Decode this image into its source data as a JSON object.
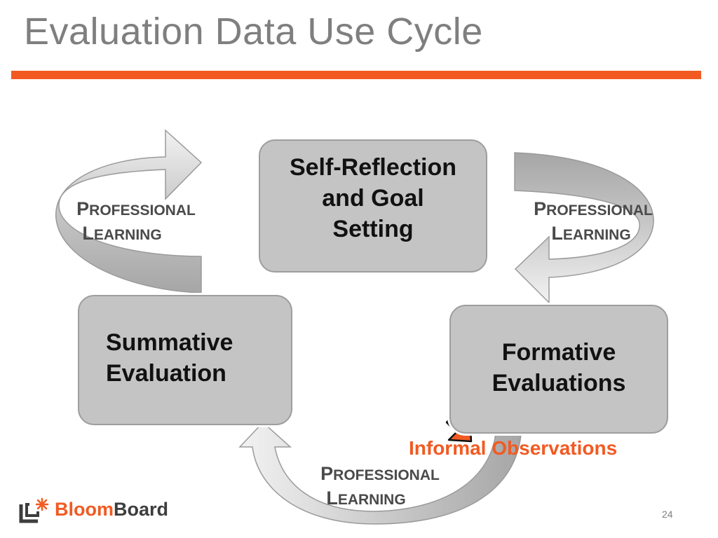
{
  "slide": {
    "title": "Evaluation Data Use Cycle",
    "page_number": "24"
  },
  "nodes": [
    {
      "id": "self-reflection",
      "lines": [
        "Self-Reflection",
        "and Goal",
        "Setting"
      ]
    },
    {
      "id": "summative",
      "lines": [
        "Summative",
        "Evaluation"
      ]
    },
    {
      "id": "formative",
      "lines": [
        "Formative",
        "Evaluations"
      ]
    }
  ],
  "cycle_arrows": [
    {
      "from": "summative",
      "to": "self-reflection",
      "label": {
        "first_cap": "P",
        "first_rest": "ROFESSIONAL",
        "second_cap": "L",
        "second_rest": "EARNING"
      }
    },
    {
      "from": "self-reflection",
      "to": "formative",
      "label": {
        "first_cap": "P",
        "first_rest": "ROFESSIONAL",
        "second_cap": "L",
        "second_rest": "EARNING"
      }
    },
    {
      "from": "formative",
      "to": "summative",
      "label": {
        "first_cap": "P",
        "first_rest": "ROFESSIONAL",
        "second_cap": "L",
        "second_rest": "EARNING"
      }
    }
  ],
  "callout": {
    "text": "Informal Observations",
    "color": "#f25a22"
  },
  "logo": {
    "part1": "Bloom",
    "part2": "Board"
  },
  "colors": {
    "accent": "#f25a22",
    "title_gray": "#7f7f7f",
    "box_fill": "#c4c4c4",
    "arrow_dark": "#a6a6a6",
    "arrow_light": "#ededed"
  }
}
